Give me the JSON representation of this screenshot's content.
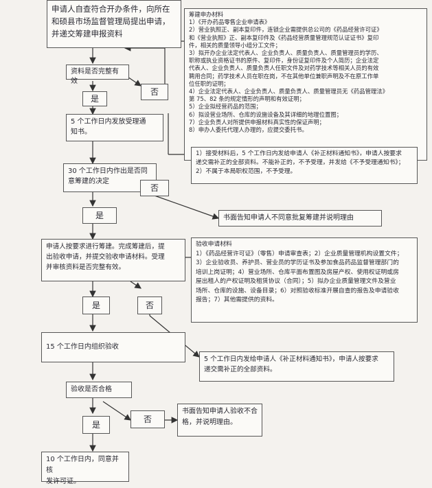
{
  "flow": {
    "step_apply": "申请人自查符合开办条件，向所在\n和硕县市场监督管理局提出申请，\n并递交筹建申报资料",
    "check_complete": "资料是否完整有效",
    "yes_1": "是",
    "no_1": "否",
    "accept": "5 个工作日内发放受理通\n知书。",
    "decision30": "30 个工作日内作出是否同\n意筹建的决定",
    "yes_2": "是",
    "no_2": "否",
    "reject_build": "书面告知申请人不同意批复筹建并说明理由",
    "apply_accept": "申请人按要求进行筹建。完成筹建后，提\n出验收申请，并提交验收申请材料。受理\n并审核资料是否完整有效。",
    "yes_3": "是",
    "no_3": "否",
    "organize": "15 个工作日内组织验收",
    "supplement": "5 个工作日内发给申请人《补正材料通知书》，申请人按要求\n递交需补正的全部资料。",
    "pass_check": "验收是否合格",
    "yes_4": "是",
    "no_4": "否",
    "reject_accept": "书面告知申请人验收不合\n格，并说明理由。",
    "issue": "10 个工作日内，同意并核\n发许可证。"
  },
  "notes": {
    "build_materials": "筹建申办材料\n1）《开办药品零售企业申请表》\n2）营业执照正、副本复印件，连锁企业需提供总公司的《药品经营许可证》\n和《营业执照》正、副本复印件及《药品经营质量管理规范认证证书》复印\n件，相关的质量领导小组分工文件；\n3）拟开办企业法定代表人、企业负责人、质量负责人、质量管理员的学历、\n职称或执业资格证书的原件、复印件，身份证复印件及个人简历；企业法定\n代表人、企业负责人、质量负责人任职文件及对药学技术等相关人员的有效\n聘用合同；药学技术人员在职在岗，不在其他单位兼职声明及不在原工作单\n位任职的证明；\n4）企业法定代表人、企业负责人、质量负责人、质量管理员无《药品管理法》\n第 75、82 条的规定情形的声明和有效证明；\n5）企业拟经营药品的范围；\n6）拟设营业场所、仓库的设施设备及其详细的地理位置图；\n7）企业负责人对所提供申报材料真实性的保证声明；\n8）申办人委托代理人办理的，应提交委托书。",
    "accept_rules": "1）接受材料后，5 个工作日内发给申请人《补正材料通知书》，申请人按要求\n递交需补正的全部资料。不能补正的，不予受理，并发给《不予受理通知书》；\n2）不属于本局职权范围，不予受理。",
    "check_materials": "验收申请材料\n1）《药品经营许可证》（零售）申请审查表；2）企业质量管理机构设置文件；\n3）企业验收员、养护员、营业员的学历证书及参加食品药品监督管理部门的\n培训上岗证明；4）营业场所、仓库平面布置图及房屋产权、使用权证明或房\n屋出租人的产权证明及租赁协议（合同）；5）拟办企业质量管理文件及营业\n场所、仓库的设施、设备目录；6）对照验收标准开展自查的报告及申请验收\n报告；7）其他需提供的资料。"
  }
}
